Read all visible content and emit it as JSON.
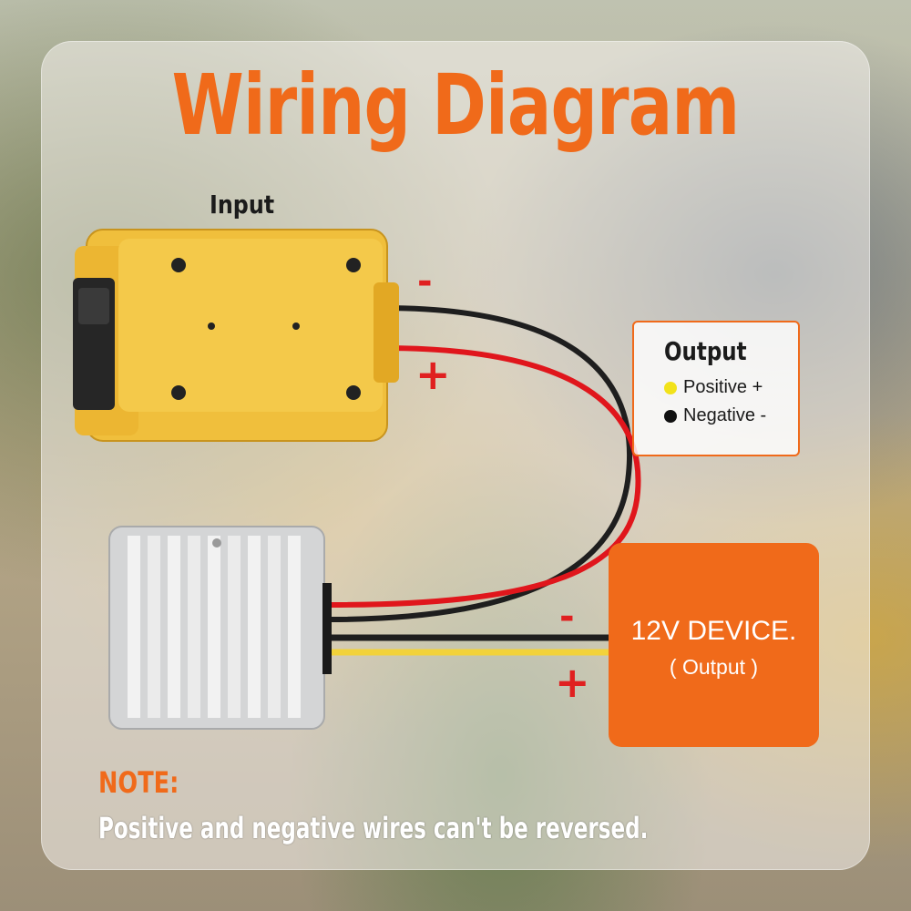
{
  "title": "Wiring Diagram",
  "input_label": "Input",
  "signs": {
    "minus": "-",
    "plus": "+"
  },
  "output_legend": {
    "title": "Output",
    "positive": "Positive +",
    "negative": "Negative -",
    "positive_color": "#f2e21a",
    "negative_color": "#111111"
  },
  "device": {
    "name": "12V DEVICE.",
    "sub": "( Output )"
  },
  "note": {
    "label": "NOTE:",
    "text": "Positive and negative wires can't be reversed."
  },
  "colors": {
    "accent": "#f06a1a",
    "adapter": "#f0bf3c",
    "wire_red": "#e0161c",
    "wire_black": "#1e1e1e",
    "wire_yellow": "#f2d23a"
  }
}
